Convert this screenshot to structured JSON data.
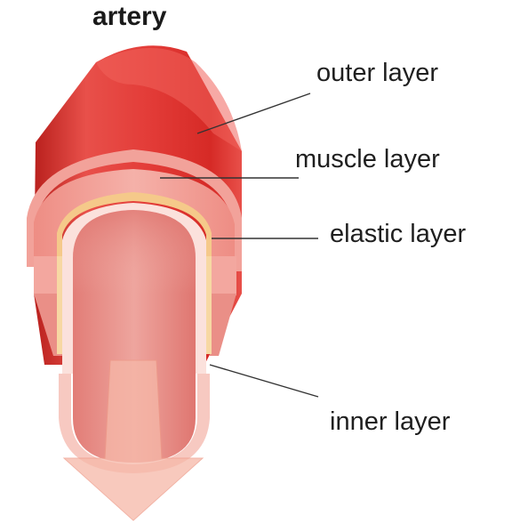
{
  "title": "artery",
  "labels": {
    "outer": "outer layer",
    "muscle": "muscle layer",
    "elastic": "elastic layer",
    "inner": "inner layer"
  },
  "colors": {
    "outer_layer": "#e23e3a",
    "muscle_layer": "#f2a29a",
    "elastic_layer": "#f5c98a",
    "inner_layer": "#fbe1dc",
    "lumen": "#e58a84",
    "flow_arrow": "#f6b8a8"
  },
  "icons": {
    "flow": "down-arrow-icon"
  }
}
